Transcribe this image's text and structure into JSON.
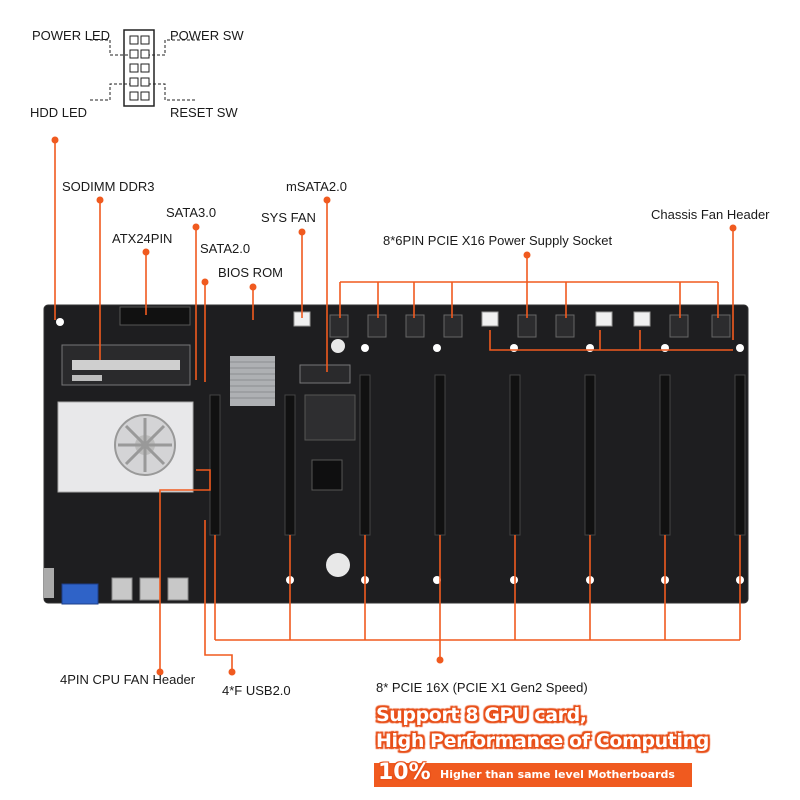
{
  "labels": {
    "power_led": "POWER LED",
    "power_sw": "POWER SW",
    "hdd_led": "HDD  LED",
    "reset_sw": "RESET SW",
    "sodimm": "SODIMM DDR3",
    "msata": "mSATA2.0",
    "sata3": "SATA3.0",
    "sys_fan": "SYS FAN",
    "atx24": "ATX24PIN",
    "sata2": "SATA2.0",
    "bios_rom": "BIOS ROM",
    "chassis_fan": "Chassis Fan Header",
    "pcie_power": "8*6PIN PCIE X16 Power Supply Socket",
    "cpu_fan": "4PIN CPU FAN Header",
    "usb2": "4*F USB2.0",
    "pcie_slots": "8* PCIE 16X (PCIE X1 Gen2 Speed)"
  },
  "promo": {
    "line1": "Support 8 GPU card,",
    "line2": "High Performance of Computing",
    "percent": "10%",
    "line3": "Higher than same level Motherboards"
  },
  "colors": {
    "accent": "#f05a1f",
    "board": "#1e1e20",
    "text": "#1a1a1a"
  }
}
